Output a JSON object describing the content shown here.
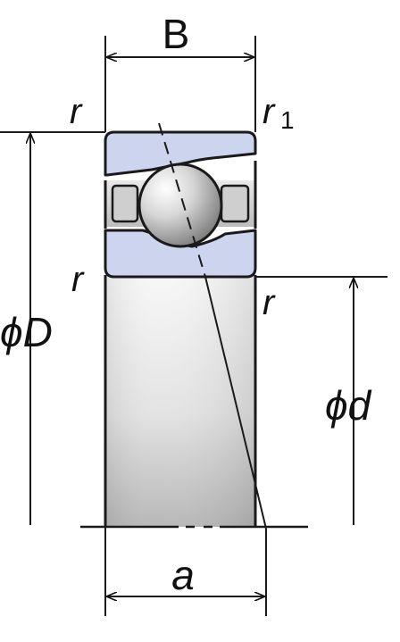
{
  "labels": {
    "width_symbol": "B",
    "radius_top_left": "r",
    "radius_top_right": "r",
    "radius_top_right_subscript": "1",
    "radius_mid_left": "r",
    "radius_mid_right": "r",
    "outer_diameter_phi": "ϕ",
    "outer_diameter_symbol": "D",
    "bore_diameter_phi": "ϕ",
    "bore_diameter_symbol": "d",
    "load_center_symbol": "a"
  },
  "colors": {
    "ring_fill": "#ccd4ee",
    "outline": "#1a1a1a",
    "ball_light": "#ffffff",
    "ball_dark": "#8a8a8a",
    "bore_light": "#f4f4f4",
    "bore_dark": "#bdbdbd",
    "cage_fill": "#dcdcdc"
  }
}
